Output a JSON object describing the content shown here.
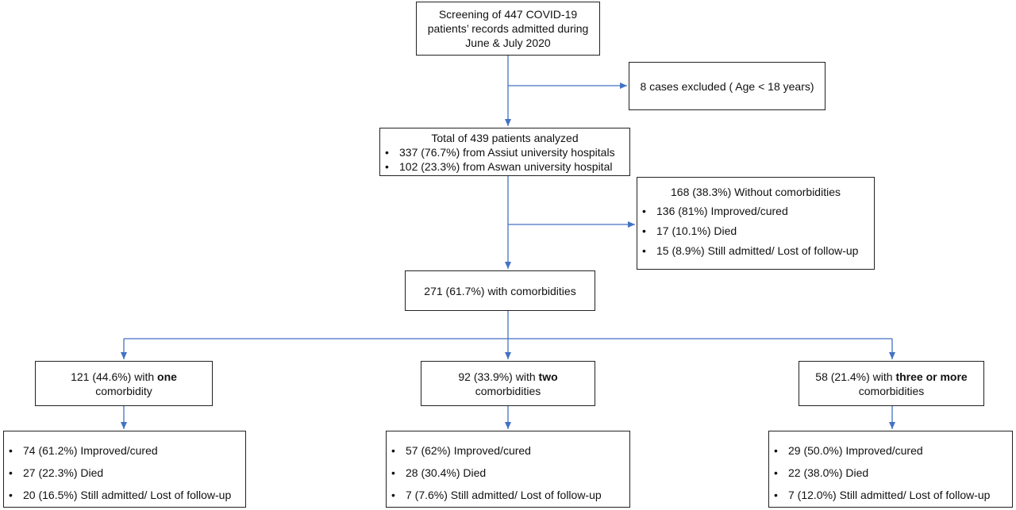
{
  "screening": {
    "lines": [
      "Screening of 447 COVID-19",
      "patients’ records admitted during",
      "June & July 2020"
    ]
  },
  "excluded": {
    "text": "8 cases excluded ( Age < 18 years)"
  },
  "total": {
    "title": "Total of 439 patients analyzed",
    "bullets": [
      "337 (76.7%)  from Assiut university hospitals",
      "102 (23.3%) from Aswan university hospital"
    ]
  },
  "without": {
    "title": "168 (38.3%) Without comorbidities",
    "bullets": [
      "136 (81%) Improved/cured",
      "17 (10.1%) Died",
      "15 (8.9%) Still admitted/ Lost of follow-up"
    ]
  },
  "with": {
    "text": "271 (61.7%) with comorbidities"
  },
  "groups": [
    {
      "pre": "121 (44.6%) with ",
      "bold": "one",
      "line2": "comorbidity",
      "outcomes": [
        "74 (61.2%)  Improved/cured",
        "27 (22.3%) Died",
        "20 (16.5%) Still admitted/ Lost of follow-up"
      ]
    },
    {
      "pre": "92 (33.9%) with ",
      "bold": "two",
      "line2": "comorbidities",
      "outcomes": [
        "57 (62%) Improved/cured",
        "28 (30.4%) Died",
        "7 (7.6%) Still admitted/ Lost of follow-up"
      ]
    },
    {
      "pre": "58 (21.4%) with ",
      "bold": "three or more",
      "line2": "comorbidities",
      "outcomes": [
        "29 (50.0%) Improved/cured",
        "22 (38.0%) Died",
        "7 (12.0%) Still admitted/ Lost of follow-up"
      ]
    }
  ],
  "bullet_symbol": "•",
  "colors": {
    "connector": "#4472c4",
    "border": "#222222"
  }
}
